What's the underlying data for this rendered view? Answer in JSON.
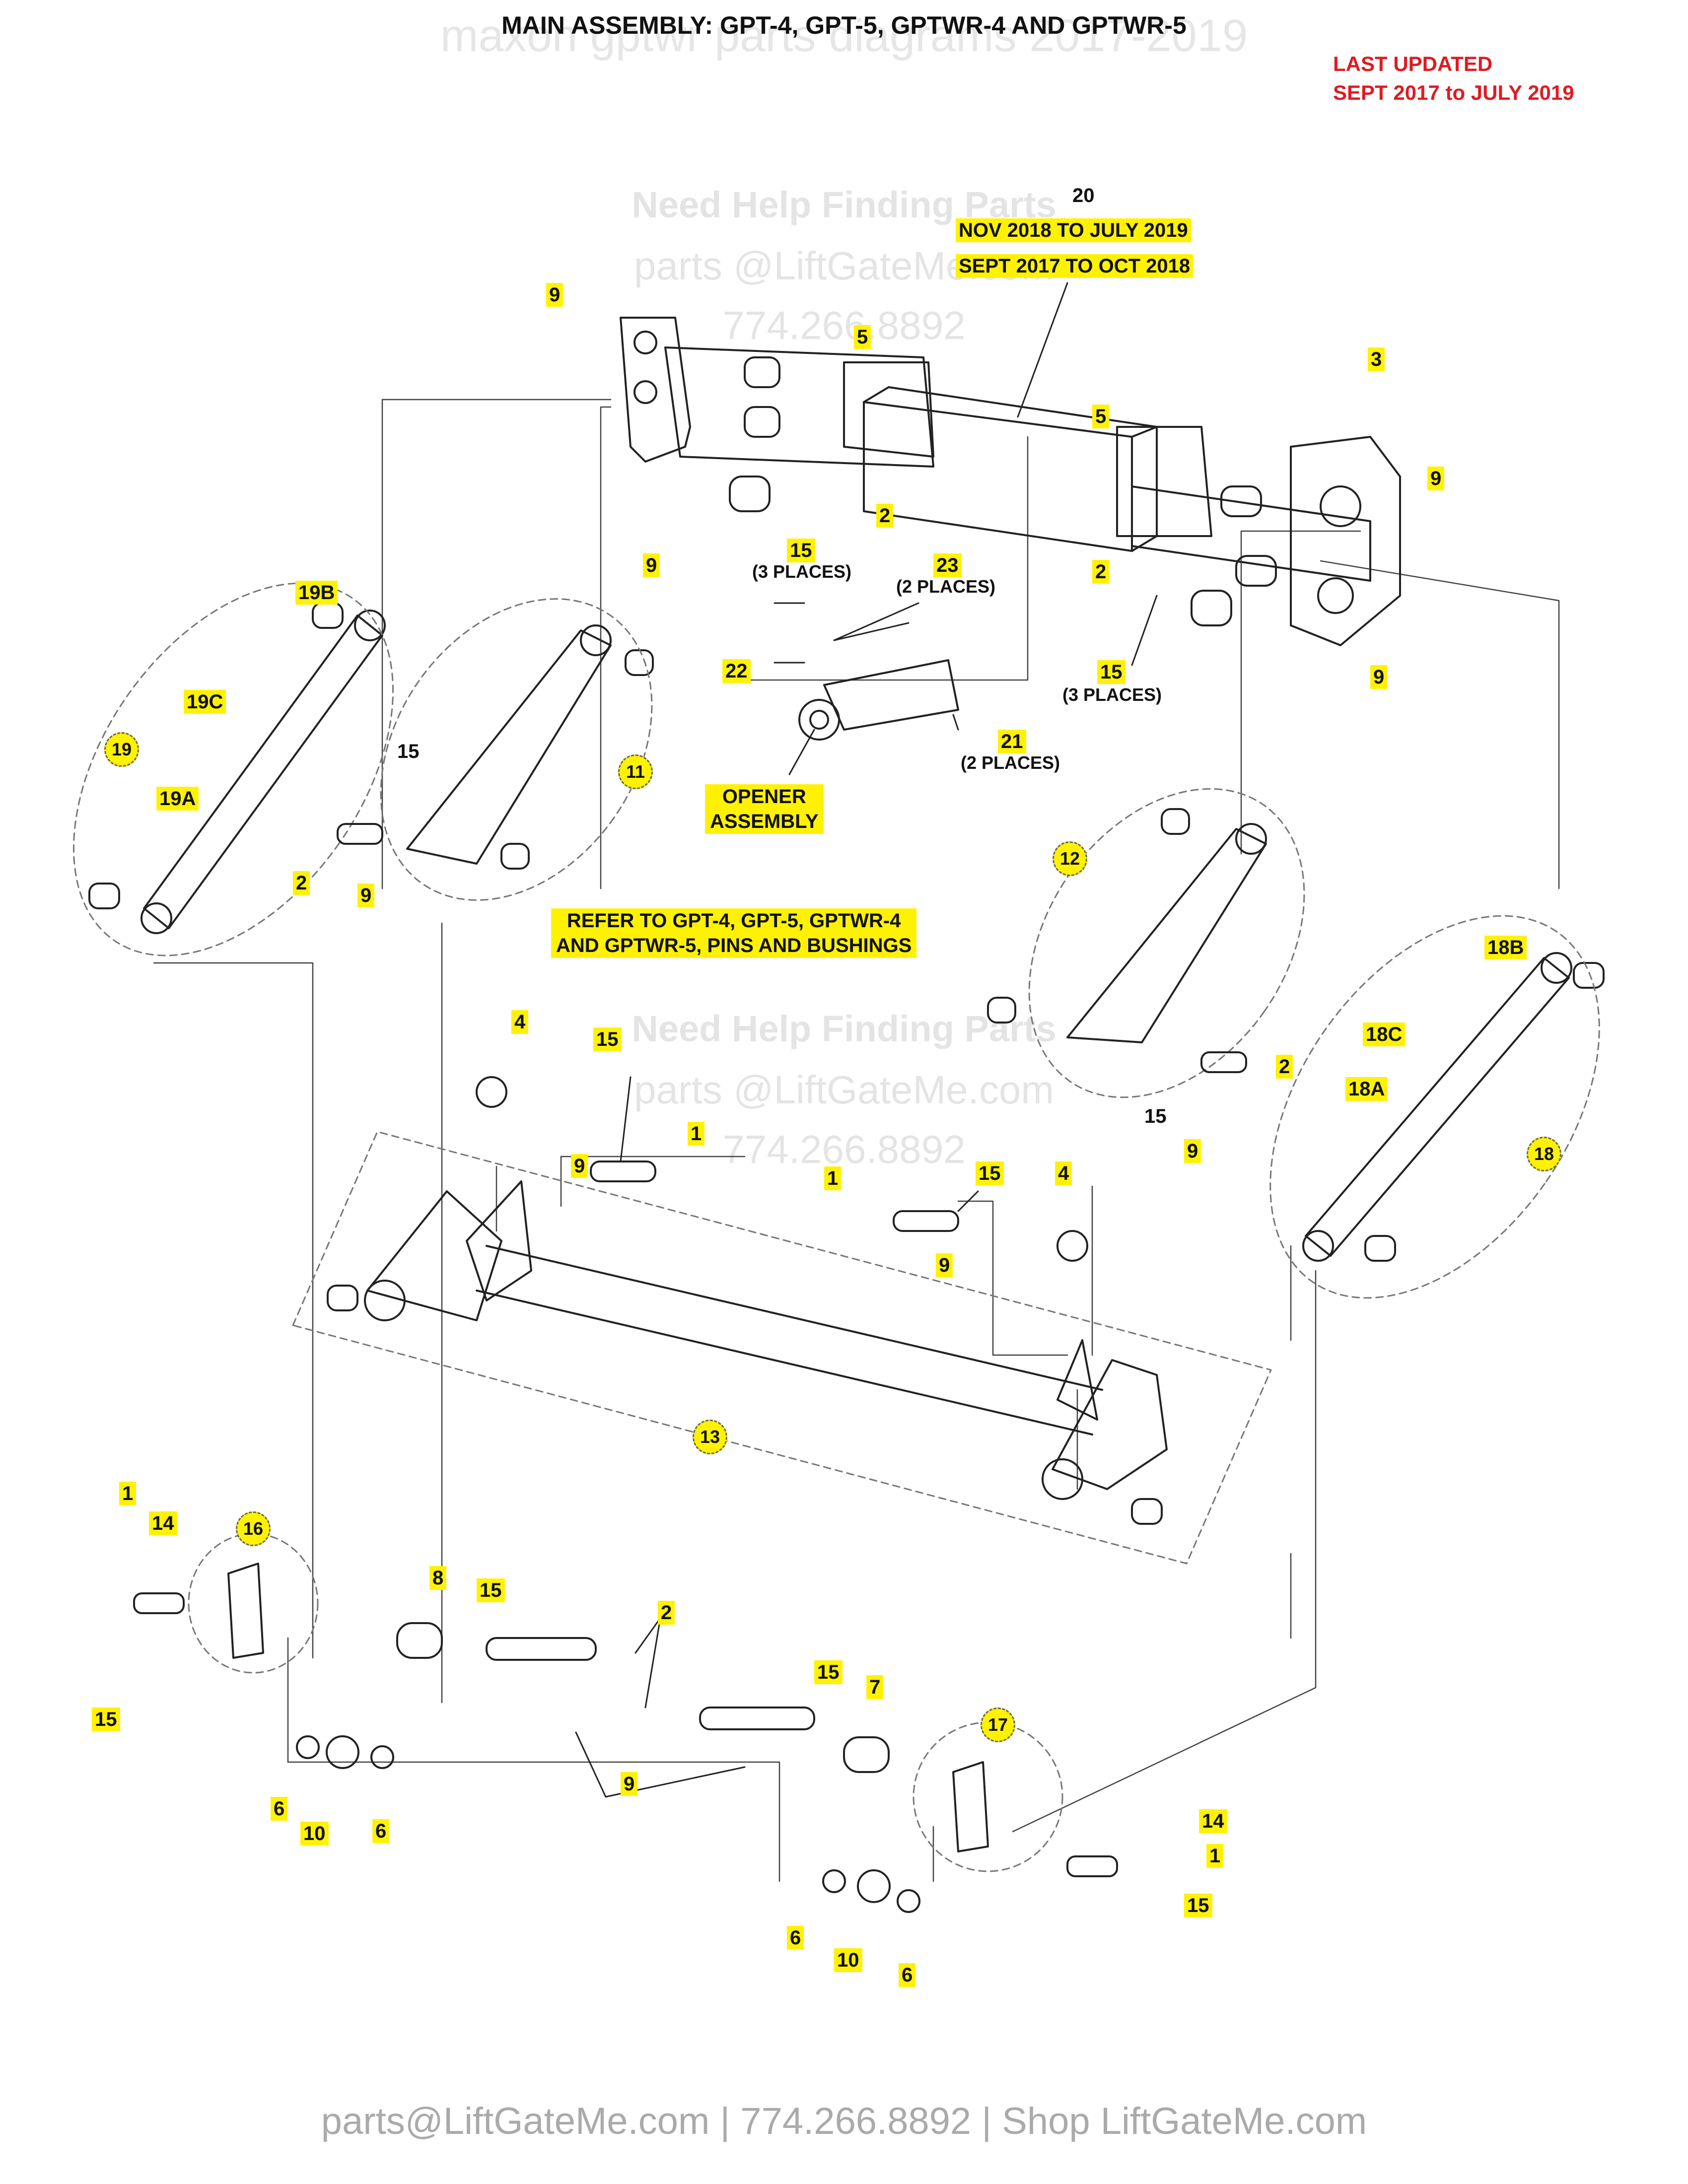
{
  "header": {
    "title": "MAIN ASSEMBLY: GPT-4, GPT-5, GPTWR-4 AND GPTWR-5",
    "watermark_title": "maxon gptwr parts diagrams 2017-2019",
    "last_updated_line1": "LAST UPDATED",
    "last_updated_line2": "SEPT 2017 to JULY 2019"
  },
  "watermarks": {
    "help": "Need Help Finding Parts",
    "email": "parts @LiftGateMe.com",
    "phone": "774.266.8892"
  },
  "notes": {
    "item20_title": "20",
    "item20_line1": "NOV 2018 TO JULY 2019",
    "item20_line2": "SEPT 2017 TO OCT 2018",
    "three_places": "(3 PLACES)",
    "two_places": "(2 PLACES)",
    "opener_line1": "OPENER",
    "opener_line2": "ASSEMBLY",
    "refer_line1": "REFER TO GPT-4, GPT-5, GPTWR-4",
    "refer_line2": "AND GPTWR-5, PINS AND BUSHINGS"
  },
  "callouts": {
    "n1": "1",
    "n2": "2",
    "n3": "3",
    "n4": "4",
    "n5": "5",
    "n6": "6",
    "n7": "7",
    "n8": "8",
    "n9": "9",
    "n10": "10",
    "n11": "11",
    "n12": "12",
    "n13": "13",
    "n14": "14",
    "n15": "15",
    "n16": "16",
    "n17": "17",
    "n18": "18",
    "n18A": "18A",
    "n18B": "18B",
    "n18C": "18C",
    "n19": "19",
    "n19A": "19A",
    "n19B": "19B",
    "n19C": "19C",
    "n21": "21",
    "n22": "22",
    "n23": "23"
  },
  "footer": {
    "text": "parts@LiftGateMe.com | 774.266.8892 | Shop LiftGateMe.com"
  },
  "colors": {
    "highlight": "#fff200",
    "updated_red": "#e01a22",
    "line_art": "#222222",
    "watermark": "#e4e4e4"
  }
}
